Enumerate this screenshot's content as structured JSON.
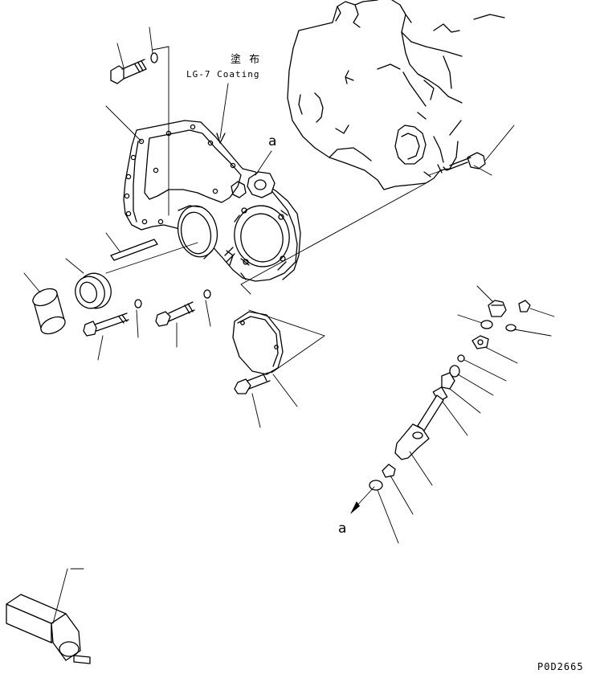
{
  "diagram": {
    "coating_note_jp": "塗 布",
    "coating_note_en": "LG-7 Coating",
    "ref_marker": "a",
    "ref_marker_target": "a",
    "drawing_code": "P0D2665",
    "icons": [
      "front-cover",
      "cylinder-block",
      "oil-seal",
      "bolt",
      "tachometer-drive",
      "tool"
    ]
  }
}
